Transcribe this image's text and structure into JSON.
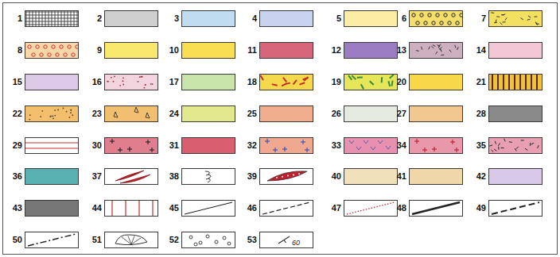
{
  "diagram": {
    "nodes": [
      {
        "text": [
          "1"
        ]
      },
      {
        "text": [
          "2"
        ]
      },
      {
        "text": [
          "3"
        ]
      },
      {
        "text": [
          "4"
        ]
      },
      {
        "text": [
          "5"
        ]
      },
      {
        "text": [
          "6"
        ]
      },
      {
        "text": [
          "7"
        ]
      },
      {
        "text": [
          "8"
        ]
      },
      {
        "text": [
          "9"
        ]
      },
      {
        "text": [
          "10"
        ]
      },
      {
        "text": [
          "11"
        ]
      },
      {
        "text": [
          "12"
        ]
      },
      {
        "text": [
          "13"
        ]
      },
      {
        "text": [
          "14"
        ]
      },
      {
        "text": [
          "15"
        ]
      },
      {
        "text": [
          "16"
        ]
      },
      {
        "text": [
          "17"
        ]
      },
      {
        "text": [
          "18"
        ]
      },
      {
        "text": [
          "19"
        ]
      },
      {
        "text": [
          "20"
        ]
      },
      {
        "text": [
          "21"
        ]
      },
      {
        "text": [
          "22"
        ]
      },
      {
        "text": [
          "23"
        ]
      },
      {
        "text": [
          "24"
        ]
      },
      {
        "text": [
          "25"
        ]
      },
      {
        "text": [
          "26"
        ]
      },
      {
        "text": [
          "27"
        ]
      },
      {
        "text": [
          "28"
        ]
      },
      {
        "text": [
          "29"
        ]
      },
      {
        "text": [
          "30"
        ]
      },
      {
        "text": [
          "31"
        ]
      },
      {
        "text": [
          "32"
        ]
      },
      {
        "text": [
          "33"
        ]
      },
      {
        "text": [
          "34"
        ]
      },
      {
        "text": [
          "35"
        ]
      },
      {
        "text": [
          "36"
        ]
      },
      {
        "text": [
          "37"
        ]
      },
      {
        "text": [
          "38"
        ]
      },
      {
        "text": [
          "39"
        ]
      },
      {
        "text": [
          "40"
        ]
      },
      {
        "text": [
          "41"
        ]
      },
      {
        "text": [
          "42"
        ]
      },
      {
        "text": [
          "43"
        ]
      },
      {
        "text": [
          "44"
        ]
      },
      {
        "text": [
          "45"
        ]
      },
      {
        "text": [
          "46"
        ]
      },
      {
        "text": [
          "47"
        ]
      },
      {
        "text": [
          "48"
        ]
      },
      {
        "text": [
          "49"
        ]
      },
      {
        "text": [
          "50"
        ]
      },
      {
        "text": [
          "51"
        ]
      },
      {
        "text": [
          "52"
        ]
      },
      {
        "text": [
          "53",
          "60"
        ]
      }
    ]
  }
}
